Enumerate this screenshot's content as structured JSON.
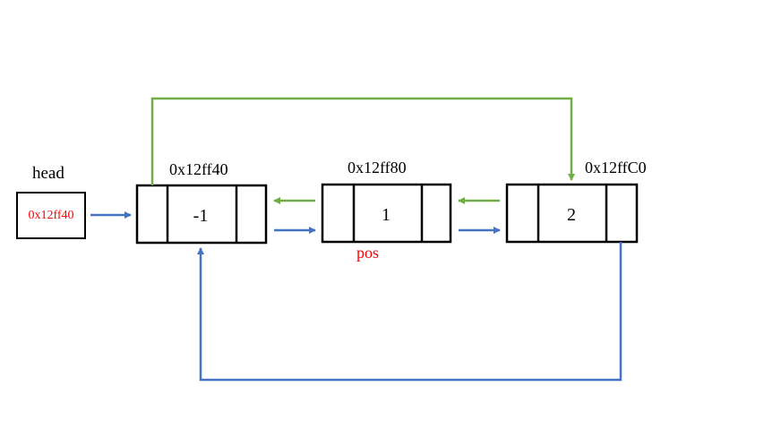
{
  "colors": {
    "outline": "#000000",
    "next_arrow": "#4472C4",
    "prev_arrow": "#70AD47",
    "highlight_text": "#FF0000"
  },
  "head": {
    "label": "head",
    "value": "0x12ff40"
  },
  "nodes": [
    {
      "address": "0x12ff40",
      "value": "-1"
    },
    {
      "address": "0x12ff80",
      "value": "1"
    },
    {
      "address": "0x12ffC0",
      "value": "2"
    }
  ],
  "pointer_label": "pos"
}
